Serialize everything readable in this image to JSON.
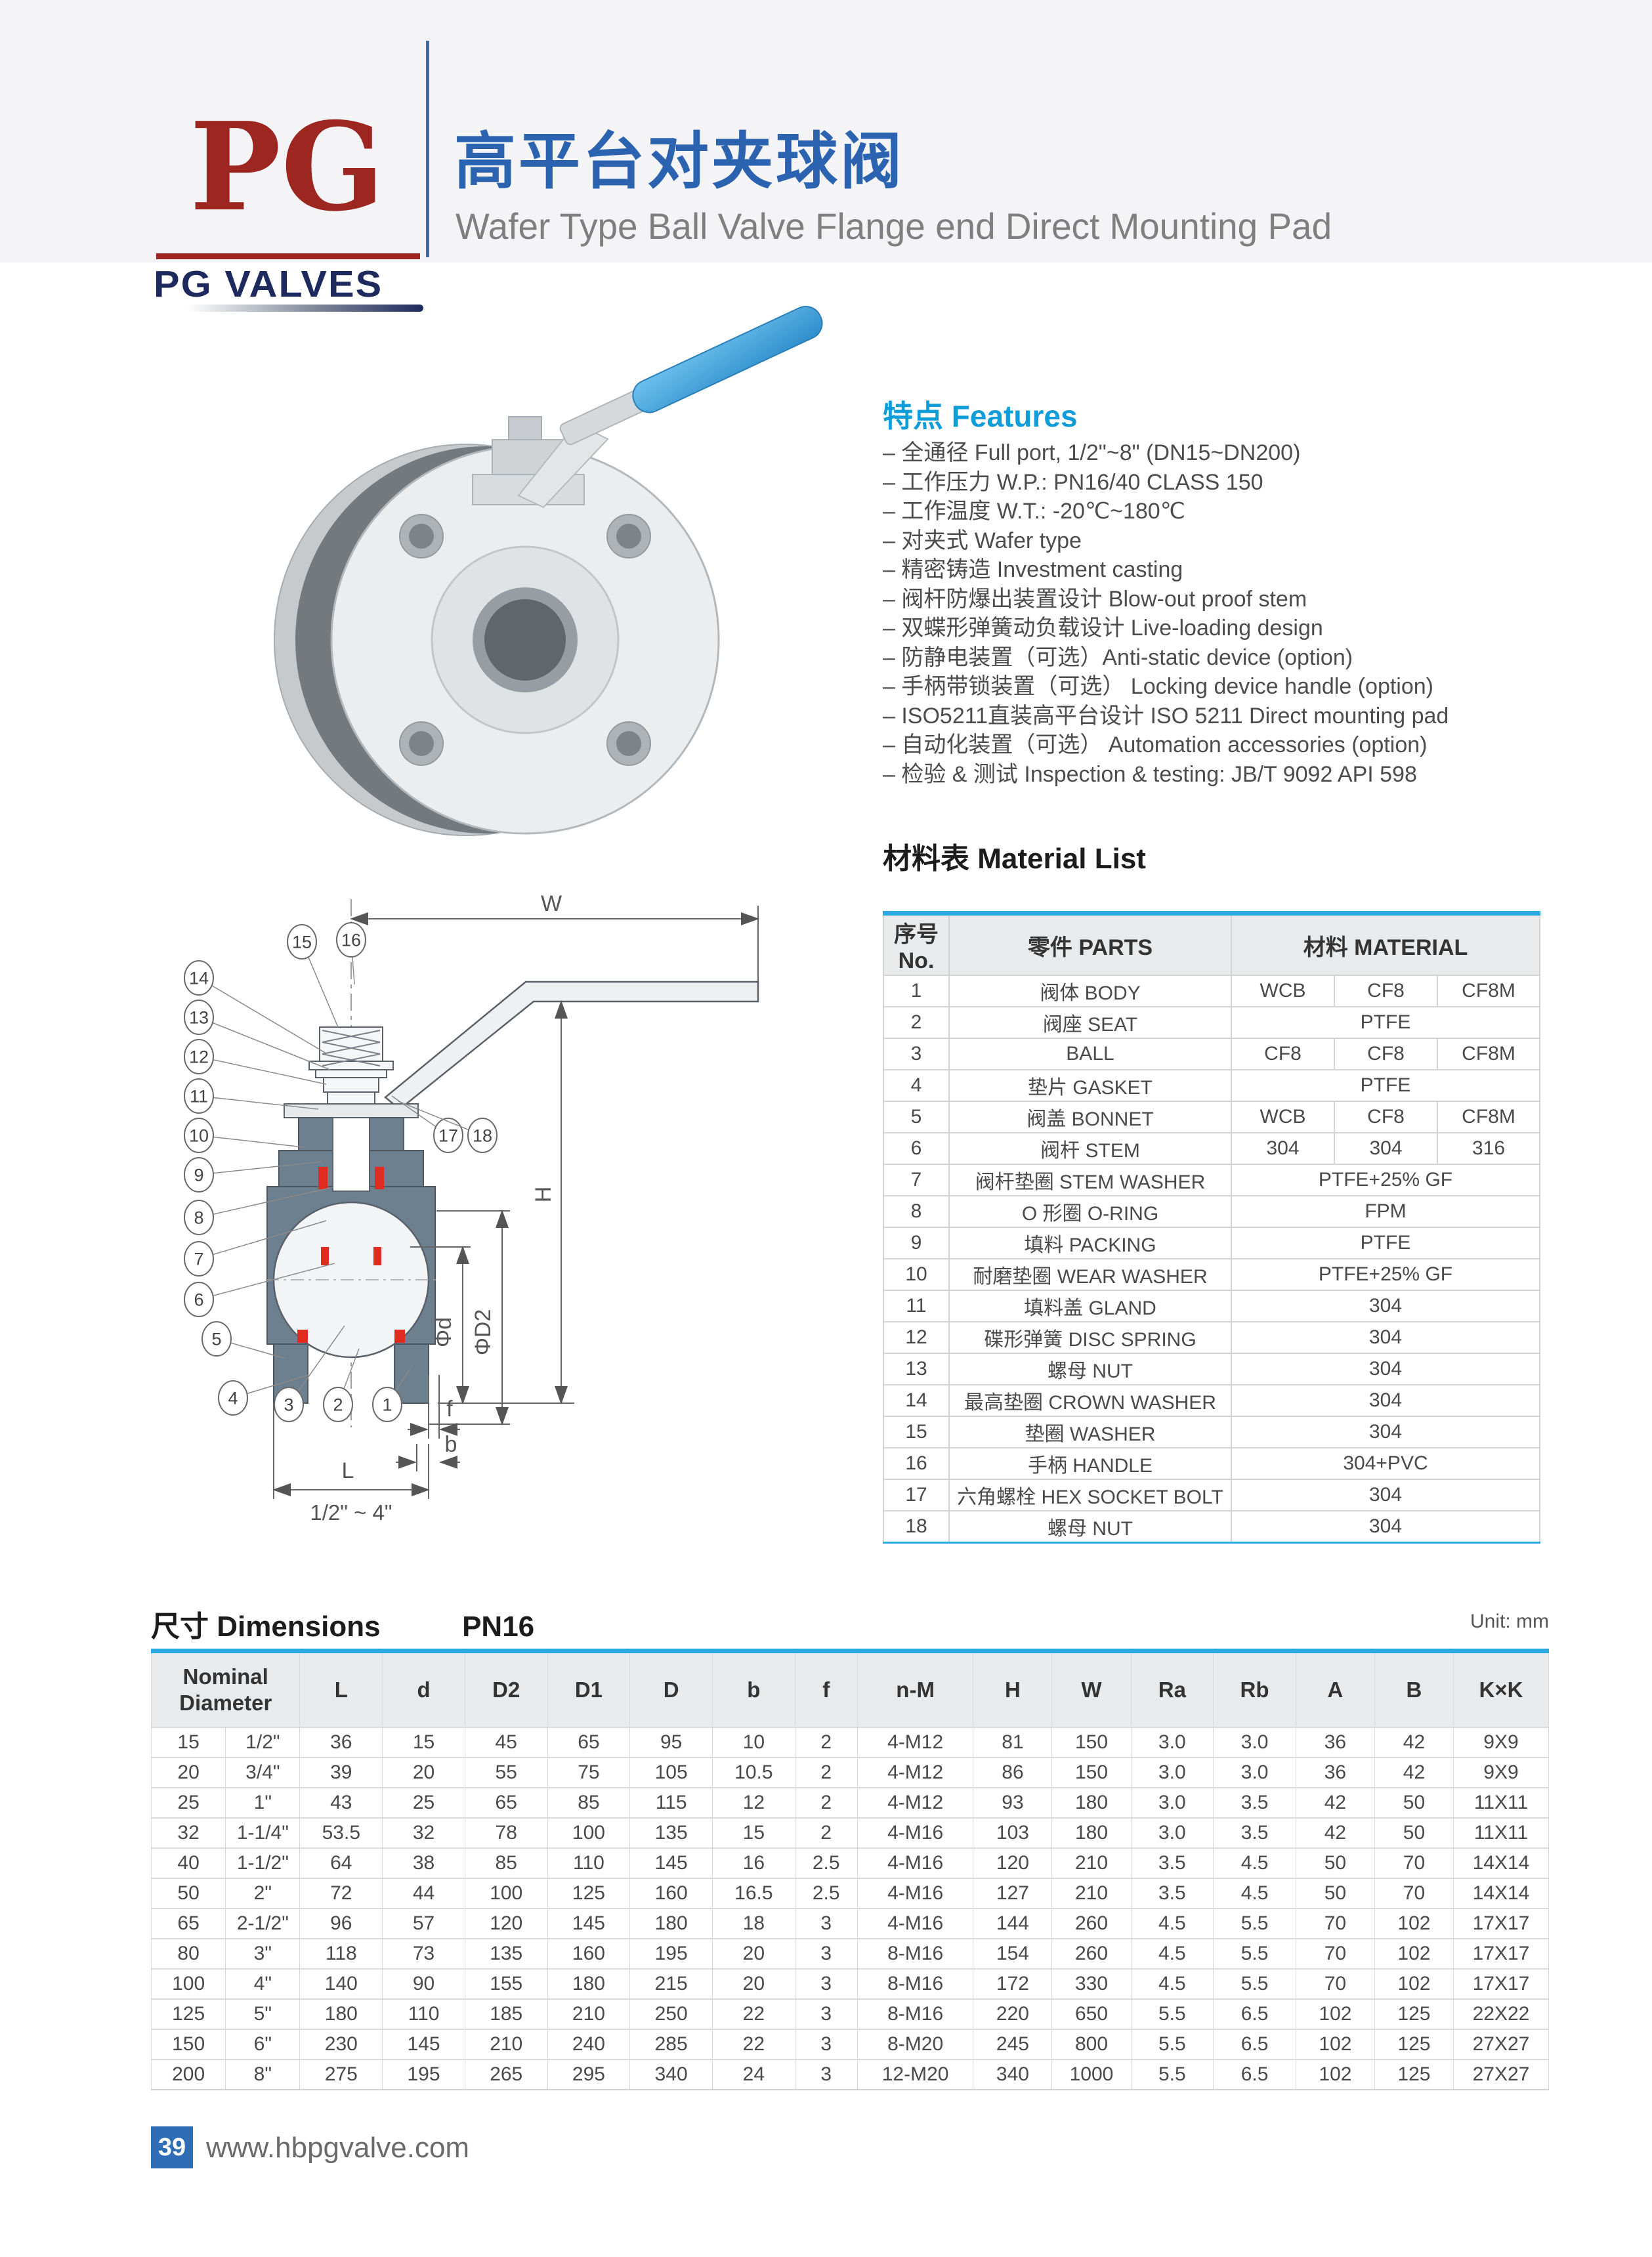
{
  "page": {
    "band_color": "#f4f4f6",
    "accent_blue": "#29a9e0"
  },
  "header": {
    "logo_monogram": "PG",
    "logo_brand": "PG VALVES",
    "title_cn": "高平台对夹球阀",
    "title_en": "Wafer Type Ball Valve Flange end Direct Mounting Pad"
  },
  "features": {
    "title": "特点 Features",
    "bullet": "–",
    "items": [
      "全通径 Full port, 1/2\"~8\" (DN15~DN200)",
      "工作压力 W.P.: PN16/40   CLASS 150",
      "工作温度 W.T.: -20℃~180℃",
      "对夹式 Wafer type",
      "精密铸造 Investment casting",
      "阀杆防爆出装置设计 Blow-out proof stem",
      "双蝶形弹簧动负载设计 Live-loading design",
      "防静电装置（可选）Anti-static device (option)",
      "手柄带锁装置（可选） Locking device handle (option)",
      "ISO5211直装高平台设计 ISO 5211 Direct mounting pad",
      "自动化装置（可选） Automation accessories (option)",
      "检验 & 测试 Inspection & testing: JB/T 9092    API 598"
    ]
  },
  "material_list": {
    "title": "材料表 Material List",
    "headers": {
      "no": "序号No.",
      "parts": "零件 PARTS",
      "material": "材料 MATERIAL"
    },
    "rows": [
      {
        "no": "1",
        "part": "阀体 BODY",
        "materials": [
          "WCB",
          "CF8",
          "CF8M"
        ]
      },
      {
        "no": "2",
        "part": "阀座 SEAT",
        "materials": [
          "PTFE"
        ]
      },
      {
        "no": "3",
        "part": "BALL",
        "materials": [
          "CF8",
          "CF8",
          "CF8M"
        ]
      },
      {
        "no": "4",
        "part": "垫片 GASKET",
        "materials": [
          "PTFE"
        ]
      },
      {
        "no": "5",
        "part": "阀盖 BONNET",
        "materials": [
          "WCB",
          "CF8",
          "CF8M"
        ]
      },
      {
        "no": "6",
        "part": "阀杆 STEM",
        "materials": [
          "304",
          "304",
          "316"
        ]
      },
      {
        "no": "7",
        "part": "阀杆垫圈 STEM WASHER",
        "materials": [
          "PTFE+25% GF"
        ]
      },
      {
        "no": "8",
        "part": "O 形圈 O-RING",
        "materials": [
          "FPM"
        ]
      },
      {
        "no": "9",
        "part": "填料 PACKING",
        "materials": [
          "PTFE"
        ]
      },
      {
        "no": "10",
        "part": "耐磨垫圈 WEAR WASHER",
        "materials": [
          "PTFE+25% GF"
        ]
      },
      {
        "no": "11",
        "part": "填料盖 GLAND",
        "materials": [
          "304"
        ]
      },
      {
        "no": "12",
        "part": "碟形弹簧 DISC SPRING",
        "materials": [
          "304"
        ]
      },
      {
        "no": "13",
        "part": "螺母 NUT",
        "materials": [
          "304"
        ]
      },
      {
        "no": "14",
        "part": "最高垫圈 CROWN WASHER",
        "materials": [
          "304"
        ]
      },
      {
        "no": "15",
        "part": "垫圈 WASHER",
        "materials": [
          "304"
        ]
      },
      {
        "no": "16",
        "part": "手柄 HANDLE",
        "materials": [
          "304+PVC"
        ]
      },
      {
        "no": "17",
        "part": "六角螺栓 HEX SOCKET BOLT",
        "materials": [
          "304"
        ]
      },
      {
        "no": "18",
        "part": "螺母 NUT",
        "materials": [
          "304"
        ]
      }
    ]
  },
  "drawing": {
    "labels": {
      "W": "W",
      "H": "H",
      "phi_d": "Φd",
      "phi_D2": "ΦD2",
      "f": "f",
      "b": "b",
      "L": "L"
    },
    "range_label": "1/2\" ~ 4\"",
    "callouts": [
      "1",
      "2",
      "3",
      "4",
      "5",
      "6",
      "7",
      "8",
      "9",
      "10",
      "11",
      "12",
      "13",
      "14",
      "15",
      "16",
      "17",
      "18"
    ]
  },
  "dimensions": {
    "title": "尺寸 Dimensions",
    "class_label": "PN16",
    "unit_label": "Unit: mm",
    "columns": [
      "Nominal Diameter",
      "L",
      "d",
      "D2",
      "D1",
      "D",
      "b",
      "f",
      "n-M",
      "H",
      "W",
      "Ra",
      "Rb",
      "A",
      "B",
      "K×K"
    ],
    "rows": [
      [
        "15",
        "1/2\"",
        "36",
        "15",
        "45",
        "65",
        "95",
        "10",
        "2",
        "4-M12",
        "81",
        "150",
        "3.0",
        "3.0",
        "36",
        "42",
        "9X9"
      ],
      [
        "20",
        "3/4\"",
        "39",
        "20",
        "55",
        "75",
        "105",
        "10.5",
        "2",
        "4-M12",
        "86",
        "150",
        "3.0",
        "3.0",
        "36",
        "42",
        "9X9"
      ],
      [
        "25",
        "1\"",
        "43",
        "25",
        "65",
        "85",
        "115",
        "12",
        "2",
        "4-M12",
        "93",
        "180",
        "3.0",
        "3.5",
        "42",
        "50",
        "11X11"
      ],
      [
        "32",
        "1-1/4\"",
        "53.5",
        "32",
        "78",
        "100",
        "135",
        "15",
        "2",
        "4-M16",
        "103",
        "180",
        "3.0",
        "3.5",
        "42",
        "50",
        "11X11"
      ],
      [
        "40",
        "1-1/2\"",
        "64",
        "38",
        "85",
        "110",
        "145",
        "16",
        "2.5",
        "4-M16",
        "120",
        "210",
        "3.5",
        "4.5",
        "50",
        "70",
        "14X14"
      ],
      [
        "50",
        "2\"",
        "72",
        "44",
        "100",
        "125",
        "160",
        "16.5",
        "2.5",
        "4-M16",
        "127",
        "210",
        "3.5",
        "4.5",
        "50",
        "70",
        "14X14"
      ],
      [
        "65",
        "2-1/2\"",
        "96",
        "57",
        "120",
        "145",
        "180",
        "18",
        "3",
        "4-M16",
        "144",
        "260",
        "4.5",
        "5.5",
        "70",
        "102",
        "17X17"
      ],
      [
        "80",
        "3\"",
        "118",
        "73",
        "135",
        "160",
        "195",
        "20",
        "3",
        "8-M16",
        "154",
        "260",
        "4.5",
        "5.5",
        "70",
        "102",
        "17X17"
      ],
      [
        "100",
        "4\"",
        "140",
        "90",
        "155",
        "180",
        "215",
        "20",
        "3",
        "8-M16",
        "172",
        "330",
        "4.5",
        "5.5",
        "70",
        "102",
        "17X17"
      ],
      [
        "125",
        "5\"",
        "180",
        "110",
        "185",
        "210",
        "250",
        "22",
        "3",
        "8-M16",
        "220",
        "650",
        "5.5",
        "6.5",
        "102",
        "125",
        "22X22"
      ],
      [
        "150",
        "6\"",
        "230",
        "145",
        "210",
        "240",
        "285",
        "22",
        "3",
        "8-M20",
        "245",
        "800",
        "5.5",
        "6.5",
        "102",
        "125",
        "27X27"
      ],
      [
        "200",
        "8\"",
        "275",
        "195",
        "265",
        "295",
        "340",
        "24",
        "3",
        "12-M20",
        "340",
        "1000",
        "5.5",
        "6.5",
        "102",
        "125",
        "27X27"
      ]
    ]
  },
  "footer": {
    "page_number": "39",
    "website": "www.hbpgvalve.com"
  }
}
